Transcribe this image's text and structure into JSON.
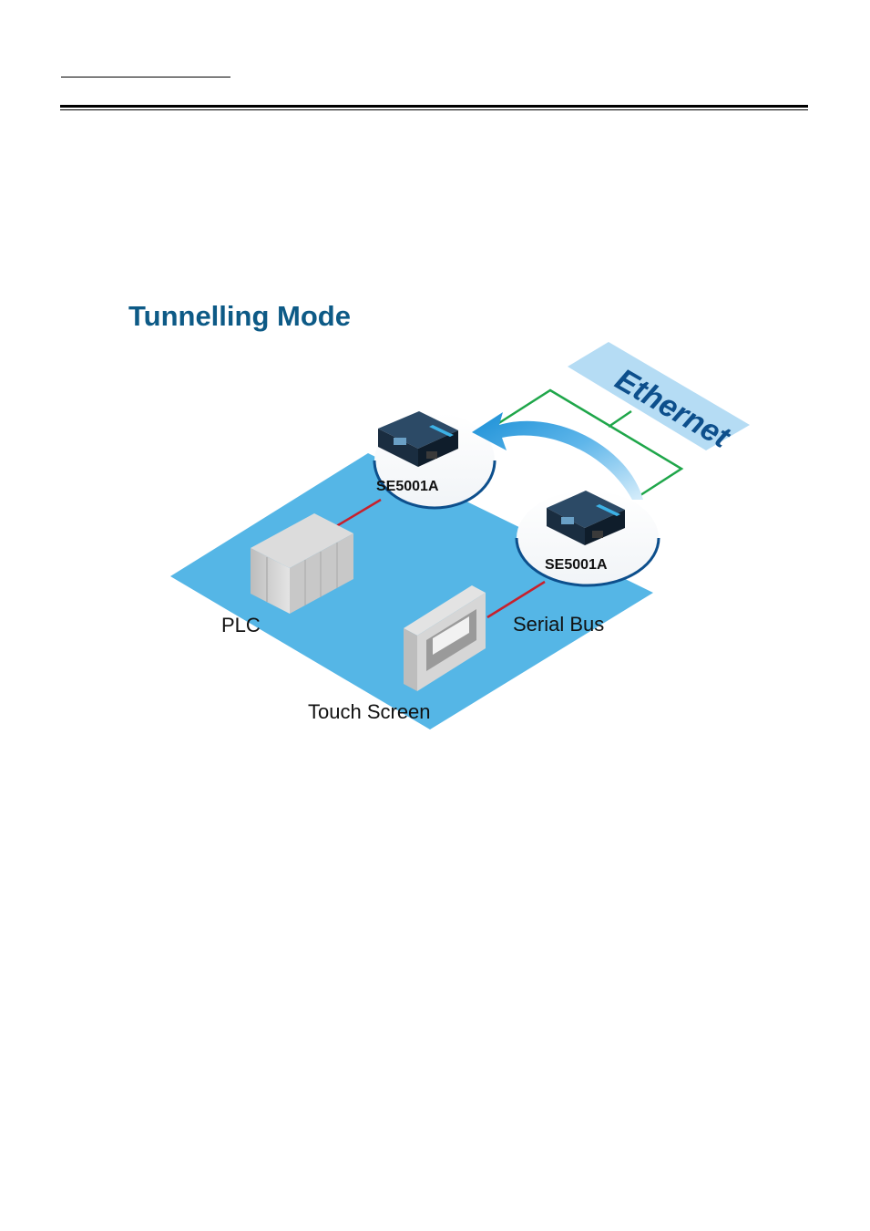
{
  "diagram": {
    "title": "Tunnelling Mode",
    "network_label": "Ethernet",
    "device_top": "SE5001A",
    "device_right": "SE5001A",
    "plc_label": "PLC",
    "touch_screen_label": "Touch Screen",
    "serial_bus_label": "Serial Bus"
  },
  "colors": {
    "title": "#0d5a86",
    "floor": "#55b6e6",
    "ethernet_band": "#b5dcf4",
    "ethernet_line": "#1fa64a",
    "serial_line": "#c8202c",
    "arrow": "#1a8fd6"
  }
}
